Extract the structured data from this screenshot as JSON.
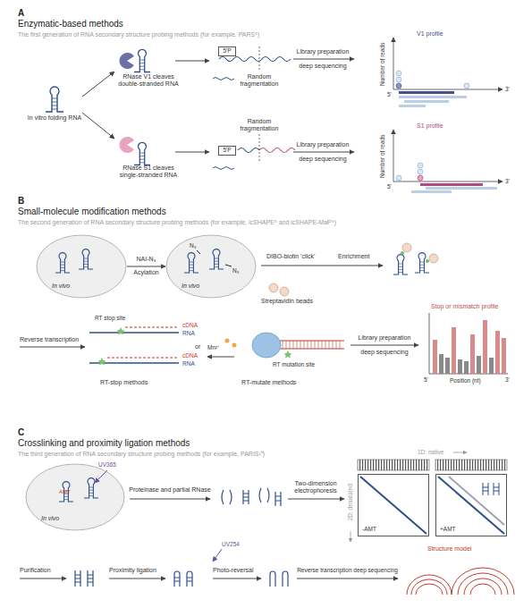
{
  "diagram": {
    "nodes": [
      {
        "text": [
          "5'P"
        ]
      },
      {
        "text": [
          "5'P"
        ]
      },
      {
        "text": [
          "In vivo"
        ]
      },
      {
        "text": [
          "In vivo"
        ]
      },
      {
        "text": [
          "In vivo"
        ]
      },
      {
        "text": [
          "-AMT"
        ]
      },
      {
        "text": [
          "+AMT"
        ]
      }
    ],
    "edges": [
      {
        "from": 2,
        "to": 3,
        "arrow": "to",
        "label": "NAI-N₃"
      }
    ],
    "labels": [
      "A",
      "Enzymatic-based methods",
      "The first generation of RNA secondary structure probing methods (for example, PARS⁵)",
      "In vitro folding RNA",
      "RNase V1 cleaves double-stranded RNA",
      "Random fragmentation",
      "Library preparation deep sequencing",
      "V1 profile",
      "Number of reads",
      "5'",
      "3'",
      "RNase S1 cleaves single-stranded RNA",
      "Random fragmentation",
      "Library preparation deep sequencing",
      "S1 profile",
      "Number of reads",
      "5'",
      "3'",
      "B",
      "Small-molecule modification methods",
      "The second generation of RNA secondary structure probing methods (for example, icSHAPE⁸ and icSHAPE-MaP⁹)",
      "Acylation",
      "N₃",
      "N₃",
      "DIBO-biotin 'click'",
      "Enrichment",
      "Streptavidin beads",
      "Reverse transcription",
      "RT stop site",
      "cDNA",
      "RNA",
      "cDNA",
      "RNA",
      "RT-stop methods",
      "or",
      "Mn²⁺",
      "RT mutation site",
      "RT-mutate methods",
      "Library preparation deep sequencing",
      "Stop or mismatch profile",
      "5'",
      "Position (nt)",
      "3'",
      "C",
      "Crosslinking and proximity ligation methods",
      "The third generation of RNA secondary structure probing methods (for example, PARIS¹⁰)",
      "UV365",
      "AMT",
      "Proteinase and partial RNase",
      "Two-dimension electrophoresis",
      "1D: native",
      "2D: denatured",
      "Purification",
      "Proximity ligation",
      "UV254",
      "Photo-reversal",
      "Reverse transcription deep sequencing",
      "Structure model"
    ]
  }
}
